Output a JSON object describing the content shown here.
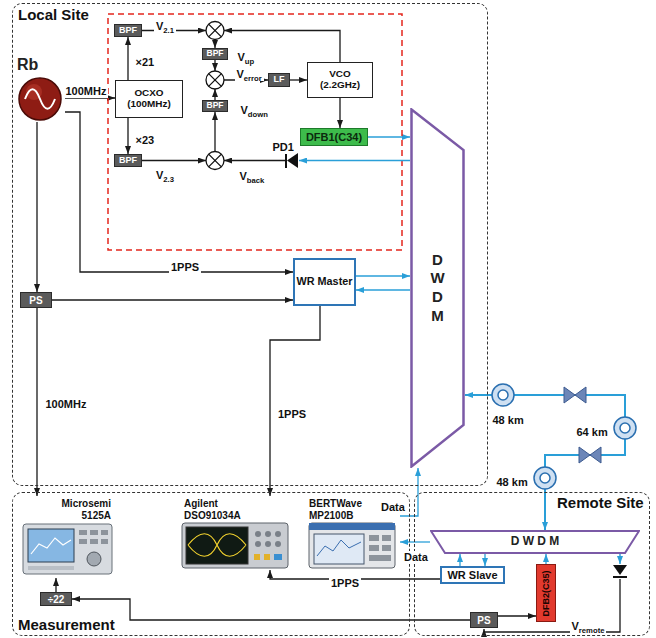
{
  "diagram": {
    "nodes": [
      {
        "text": [
          "Local Site"
        ]
      },
      {
        "text": [
          "Rb"
        ],
        "in": 0
      },
      {
        "text": [
          "BPF"
        ],
        "in": 0
      },
      {
        "text": [
          "OCXO (100MHz)"
        ],
        "in": 0
      },
      {
        "text": [
          "BPF"
        ],
        "in": 0
      },
      {
        "text": [
          "LF"
        ],
        "in": 0
      },
      {
        "text": [
          "VCO (2.2GHz)"
        ],
        "in": 0
      },
      {
        "text": [
          "BPF"
        ],
        "in": 0
      },
      {
        "text": [
          "BPF"
        ],
        "in": 0
      },
      {
        "text": [
          "DFB1(C34)"
        ],
        "in": 0
      },
      {
        "text": [
          "DWDM"
        ],
        "in": 0
      },
      {
        "text": [
          "PS"
        ],
        "in": 0
      },
      {
        "text": [
          "WR Master"
        ],
        "in": 0
      },
      {
        "text": [
          "Measurement"
        ]
      },
      {
        "text": [
          "Microsemi 5125A"
        ],
        "in": 13
      },
      {
        "text": [
          "Agilent DSO91034A"
        ],
        "in": 13
      },
      {
        "text": [
          "BERTWave MP2100B"
        ],
        "in": 13
      },
      {
        "text": [
          "÷22"
        ],
        "in": 13
      },
      {
        "text": [
          "Remote Site"
        ]
      },
      {
        "text": [
          "D W D M"
        ],
        "in": 18
      },
      {
        "text": [
          "WR Slave"
        ],
        "in": 18
      },
      {
        "text": [
          "DFB2(C35)"
        ],
        "in": 18
      },
      {
        "text": [
          "PS"
        ],
        "in": 18
      }
    ],
    "edges": [
      {
        "from": 1,
        "to": 3,
        "label": "100MHz",
        "arrow": "to"
      },
      {
        "from": 3,
        "to": 2,
        "label": "×21",
        "arrow": "to"
      },
      {
        "from": 3,
        "to": 8,
        "label": "×23",
        "arrow": "to"
      },
      {
        "from": 1,
        "to": 12,
        "label": "1PPS",
        "arrow": "to"
      },
      {
        "from": 1,
        "to": 11,
        "arrow": "to"
      },
      {
        "from": 11,
        "to": 12,
        "arrow": "to"
      },
      {
        "from": 11,
        "to": 14,
        "label": "100MHz",
        "arrow": "to"
      },
      {
        "from": 5,
        "to": 6,
        "arrow": "to"
      },
      {
        "from": 6,
        "to": 9,
        "arrow": "to"
      },
      {
        "from": 9,
        "to": 10,
        "arrow": "to"
      },
      {
        "from": 12,
        "to": 10,
        "arrow": "to"
      },
      {
        "from": 10,
        "to": 12,
        "arrow": "to"
      },
      {
        "from": 12,
        "to": 15,
        "label": "1PPS",
        "arrow": "to"
      },
      {
        "from": 16,
        "to": 10,
        "label": "Data",
        "arrow": "to"
      },
      {
        "from": 10,
        "to": 19,
        "arrow": "both"
      },
      {
        "from": 19,
        "to": 16,
        "label": "Data",
        "arrow": "to"
      },
      {
        "from": 19,
        "to": 20,
        "arrow": "to"
      },
      {
        "from": 20,
        "to": 19,
        "arrow": "to"
      },
      {
        "from": 21,
        "to": 19,
        "arrow": "to"
      },
      {
        "from": 20,
        "to": 15,
        "label": "1PPS",
        "arrow": "to"
      },
      {
        "from": 22,
        "to": 17,
        "arrow": "to"
      },
      {
        "from": 17,
        "to": 14,
        "arrow": "to"
      },
      {
        "from": 22,
        "to": 21,
        "arrow": "to"
      }
    ],
    "labels": [
      "V2.1",
      "V2.3",
      "Vup",
      "Verror",
      "Vdown",
      "Vback",
      "PD1",
      "48 km",
      "64 km",
      "48 km",
      "Vremote"
    ]
  }
}
